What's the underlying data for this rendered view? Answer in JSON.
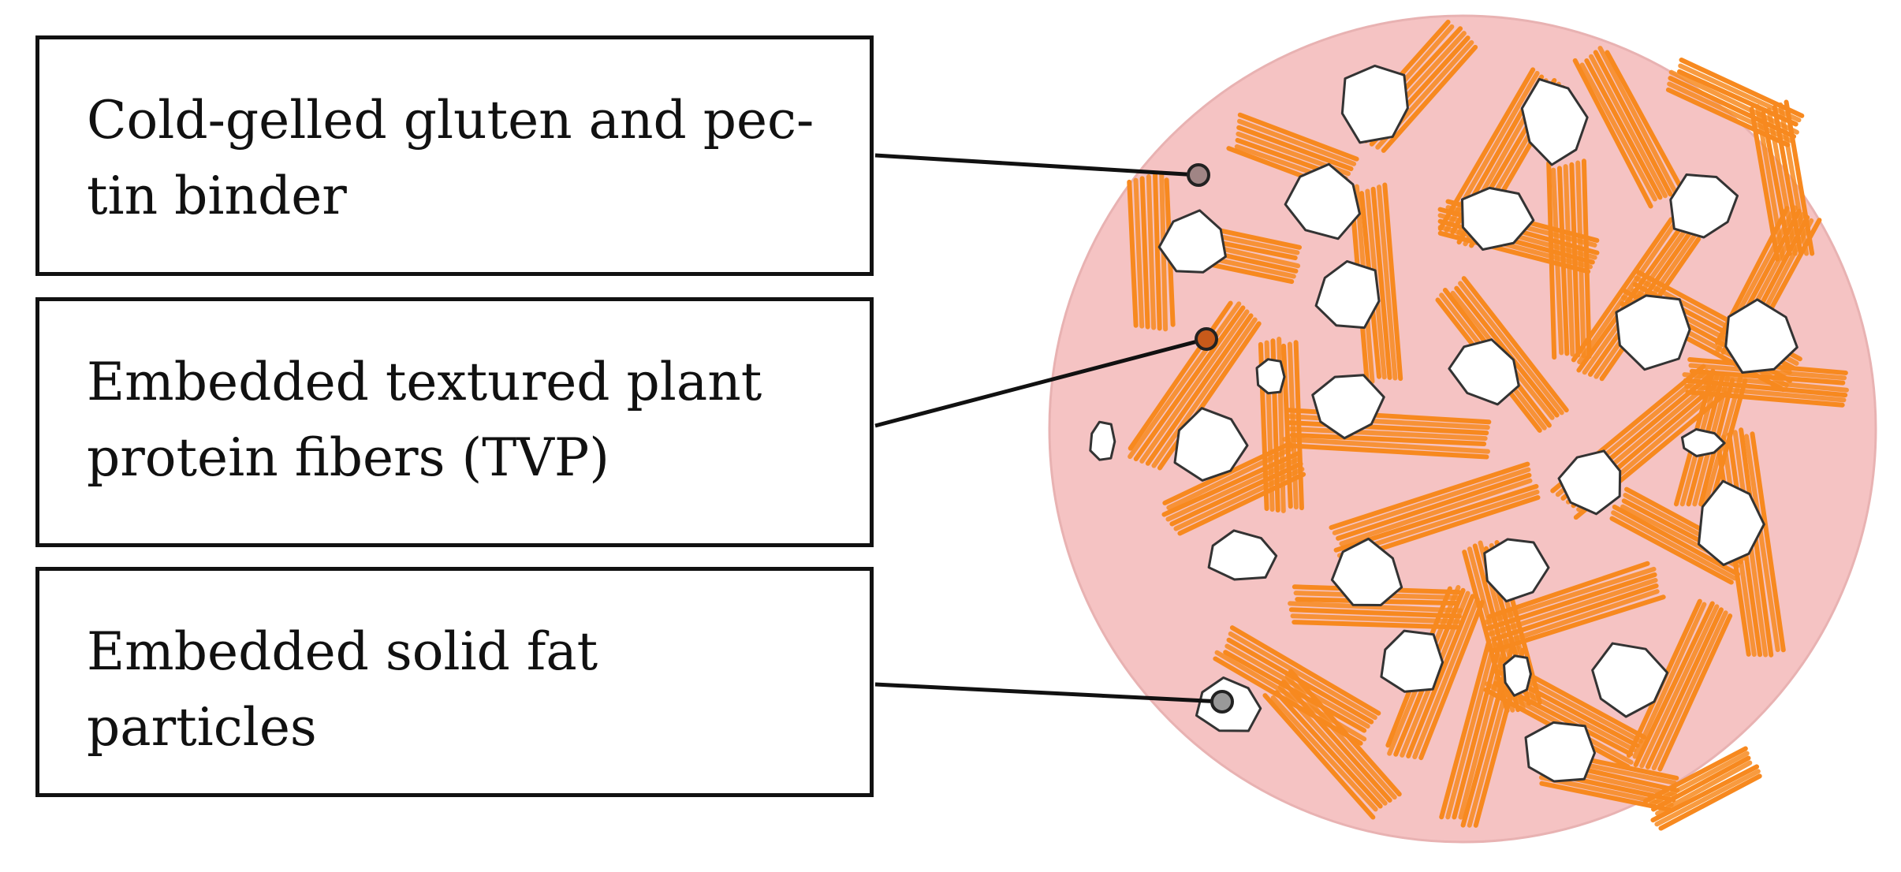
{
  "labels": [
    {
      "id": "binder",
      "line1": "Cold-gelled gluten and pec-",
      "line2": "tin binder"
    },
    {
      "id": "tvp",
      "line1": "Embedded textured plant",
      "line2": "protein fibers (TVP)"
    },
    {
      "id": "fat",
      "line1": "Embedded solid fat",
      "line2": "particles"
    }
  ],
  "colors": {
    "binder_matrix": "#f5c3c3",
    "tvp_fiber": "#f7891f",
    "fat_particle": "#ffffff",
    "outline": "#111111"
  }
}
